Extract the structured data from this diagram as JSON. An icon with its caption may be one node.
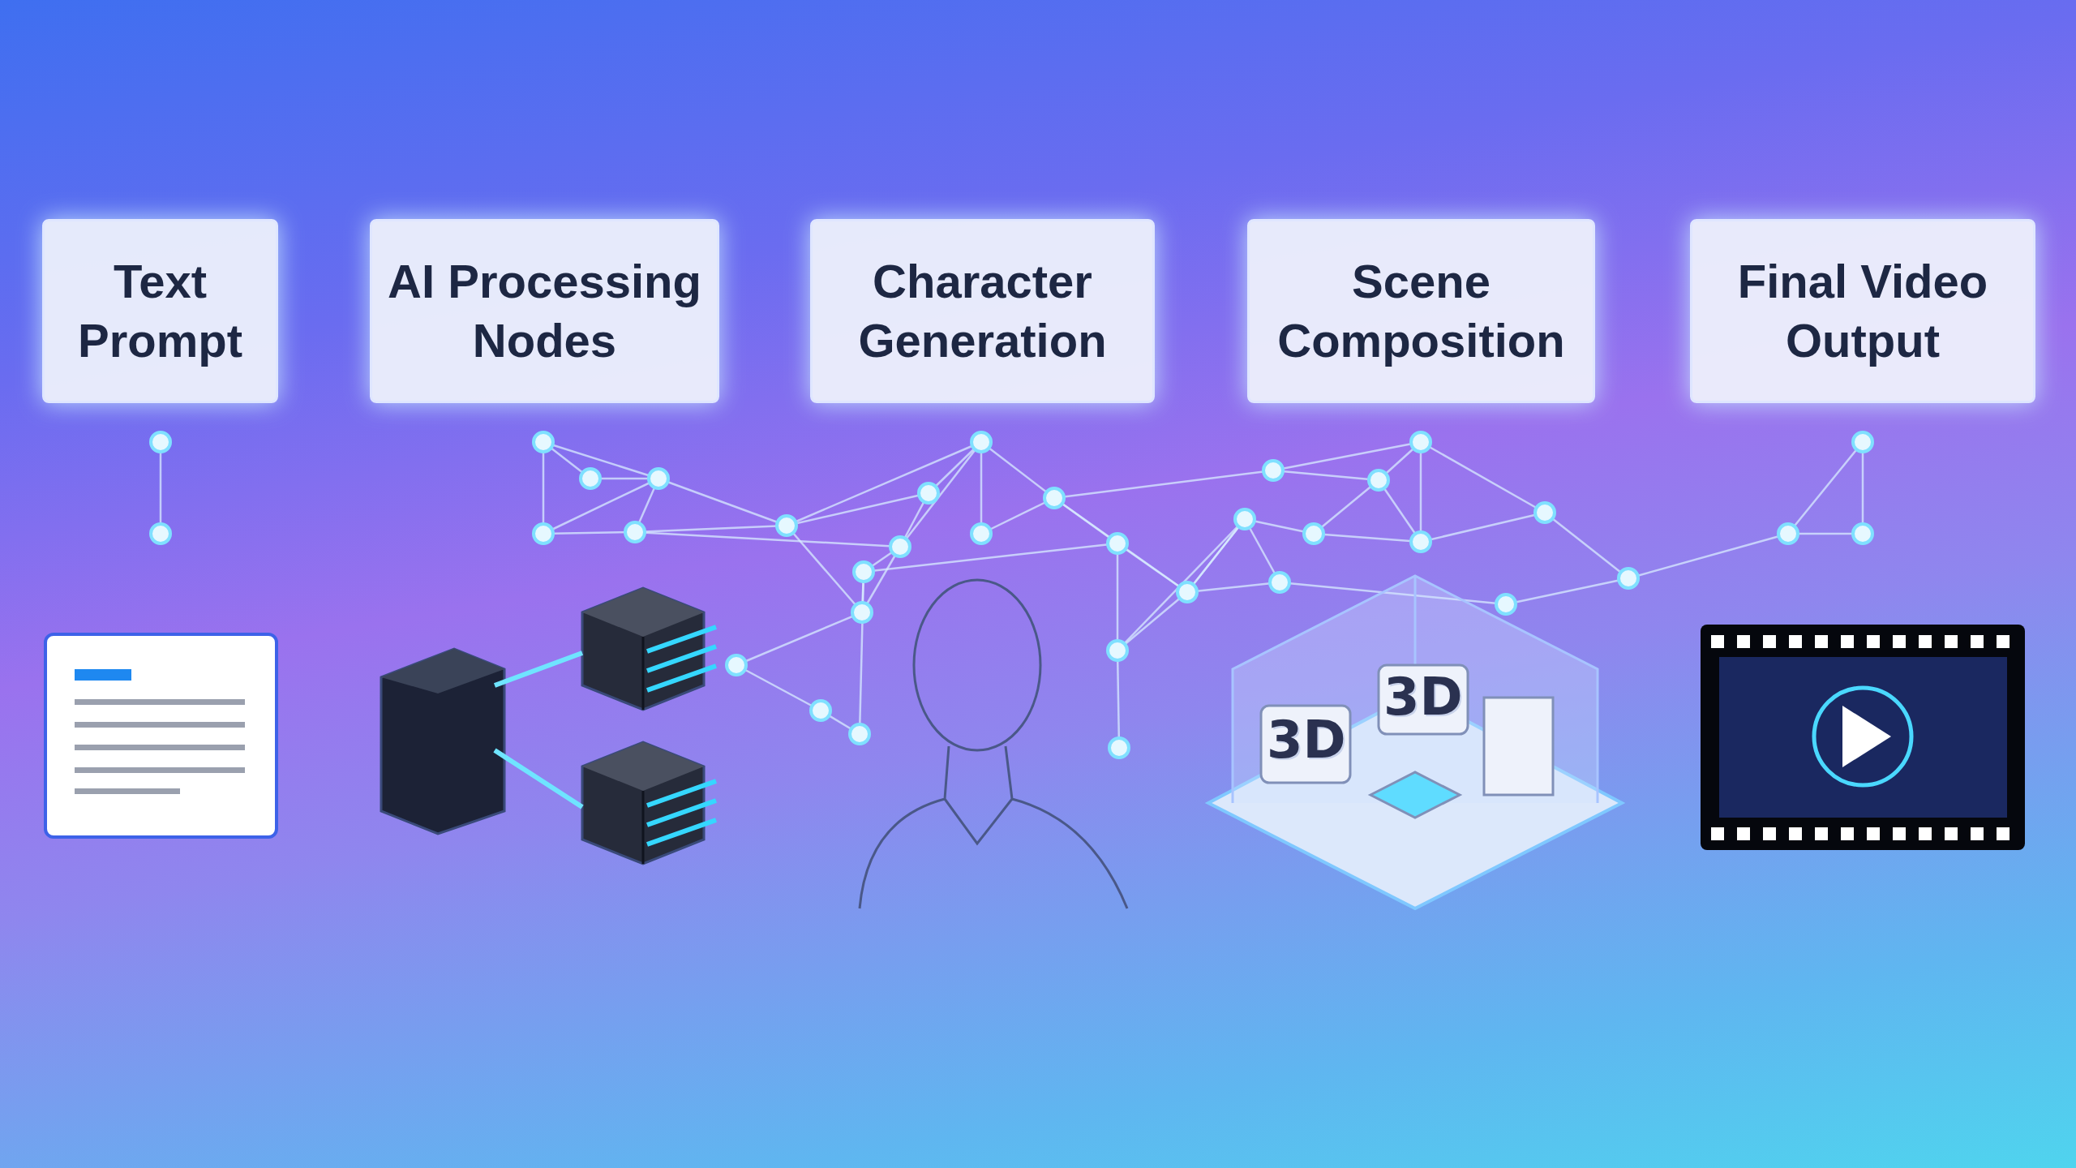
{
  "diagram": {
    "nodes": [
      {
        "text": [
          "Text Prompt"
        ]
      },
      {
        "text": [
          "AI Processing Nodes"
        ]
      },
      {
        "text": [
          "Character Generation"
        ]
      },
      {
        "text": [
          "Scene Composition"
        ]
      },
      {
        "text": [
          "Final Video Output"
        ]
      }
    ],
    "labels": [
      "3D",
      "3D"
    ]
  }
}
